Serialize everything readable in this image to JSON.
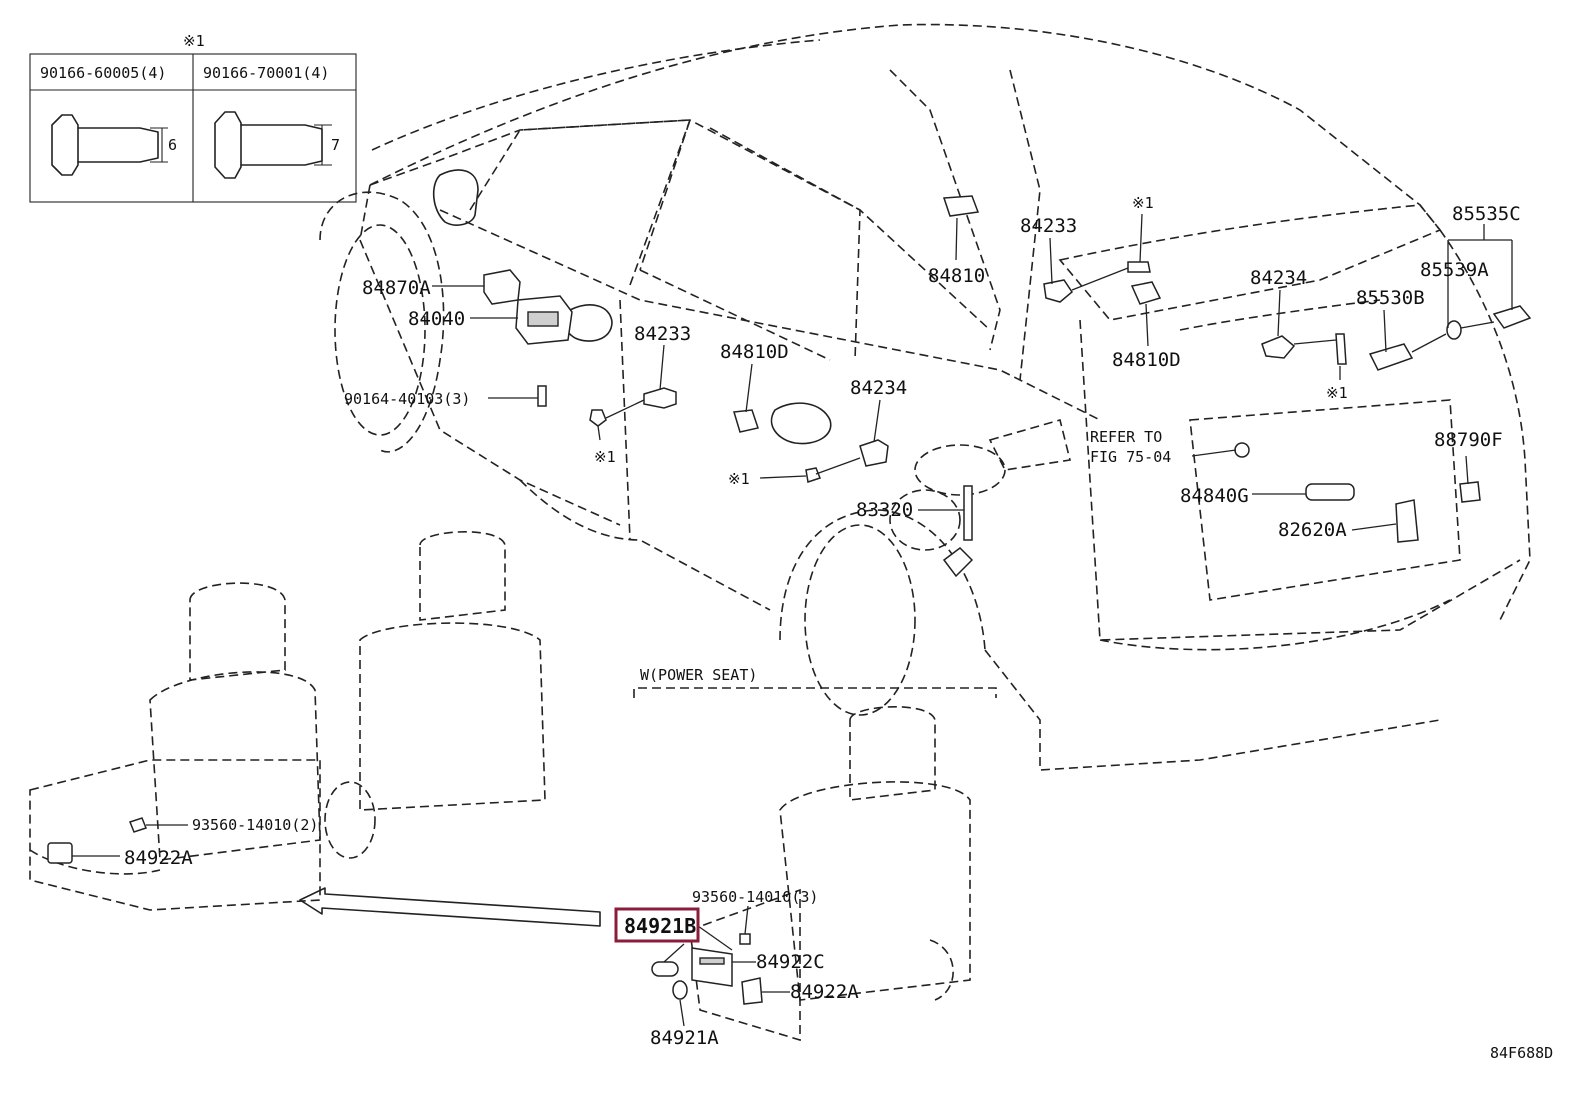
{
  "reference_table": {
    "mark": "※1",
    "columns": [
      {
        "part": "90166-60005(4)",
        "dimension": "6"
      },
      {
        "part": "90166-70001(4)",
        "dimension": "7"
      }
    ]
  },
  "callouts": {
    "p84870A": "84870A",
    "p84040": "84040",
    "p90164": "90164-40103(3)",
    "p84233_door": "84233",
    "p84810D_door": "84810D",
    "p84234_door": "84234",
    "p84810": "84810",
    "p84233_rear": "84233",
    "p84810D_rear": "84810D",
    "p84234_rear": "84234",
    "p85535C": "85535C",
    "p85539A": "85539A",
    "p85530B": "85530B",
    "p88790F": "88790F",
    "p84840G": "84840G",
    "p82620A": "82620A",
    "p83320": "83320",
    "refer_line1": "REFER TO",
    "refer_line2": "FIG 75-04",
    "p93560_front": "93560-14010(2)",
    "p84922A_front": "84922A",
    "p93560_power": "93560-14010(3)",
    "p84921B": "84921B",
    "p84922C": "84922C",
    "p84922A_power": "84922A",
    "p84921A": "84921A"
  },
  "marks": {
    "m_door_left": "※1",
    "m_door_mid": "※1",
    "m_rear_top": "※1",
    "m_rear_bottom": "※1"
  },
  "power_seat_section": "W(POWER SEAT)",
  "figure_code": "84F688D",
  "highlighted_part": "84921B",
  "colors": {
    "highlight": "#8b1d3a",
    "line": "#222222"
  }
}
